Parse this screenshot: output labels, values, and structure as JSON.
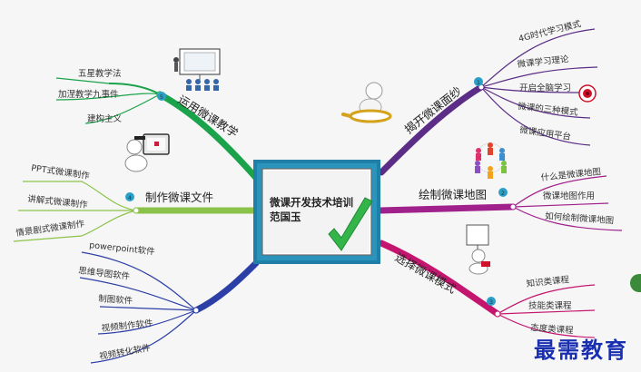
{
  "center": {
    "title": "微课开发技术培训",
    "author": "范国玉"
  },
  "branches": {
    "use": {
      "label": "运用微课教学",
      "badge": "5",
      "color": "#1aa34a",
      "items": [
        "五星教学法",
        "加涅教学九事件",
        "建构主义"
      ]
    },
    "make": {
      "label": "制作微课文件",
      "badge": "4",
      "color": "#8bc34a",
      "items": [
        "PPT式微课制作",
        "讲解式微课制作",
        "情景剧式微课制作"
      ]
    },
    "tools": {
      "color": "#2c3fa6",
      "items": [
        "powerpoint软件",
        "思维导图软件",
        "制图软件",
        "视频制作软件",
        "视频转化软件"
      ]
    },
    "reveal": {
      "label": "揭开微课面纱",
      "badge": "1",
      "color": "#5b2d86",
      "items": [
        "4G时代学习模式",
        "微课学习理论",
        "开启全脑学习",
        "微课的三种模式",
        "微课应用平台"
      ]
    },
    "draw": {
      "label": "绘制微课地图",
      "badge": "2",
      "color": "#a0208c",
      "items": [
        "什么是微课地图",
        "微课地图作用",
        "如何绘制微课地图"
      ]
    },
    "select": {
      "label": "选择微课模式",
      "badge": "3",
      "color": "#c4166f",
      "items": [
        "知识类课程",
        "技能类课程",
        "态度类课程"
      ]
    }
  },
  "watermark": "最需教育",
  "colors": {
    "frame": "#1f7fa6",
    "check": "#33b54a",
    "target": "#d0102a",
    "watermark": "#1a2fb0"
  },
  "icons": [
    "classroom-icon",
    "laptop-robot-icon",
    "magnifier-robot-icon",
    "people-circle-icon",
    "presenter-robot-icon",
    "target-icon",
    "checkmark-icon"
  ]
}
